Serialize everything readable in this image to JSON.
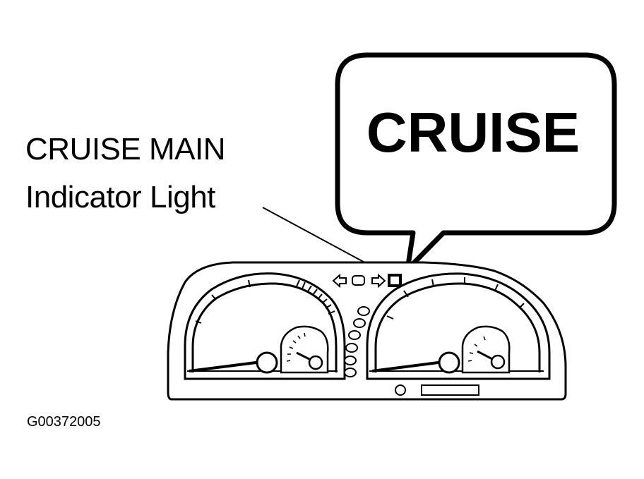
{
  "callout": {
    "line1": "CRUISE MAIN",
    "line2": "Indicator Light"
  },
  "bubble": {
    "text": "CRUISE"
  },
  "figure_id": "G00372005",
  "colors": {
    "ink": "#000000",
    "paper": "#ffffff"
  }
}
